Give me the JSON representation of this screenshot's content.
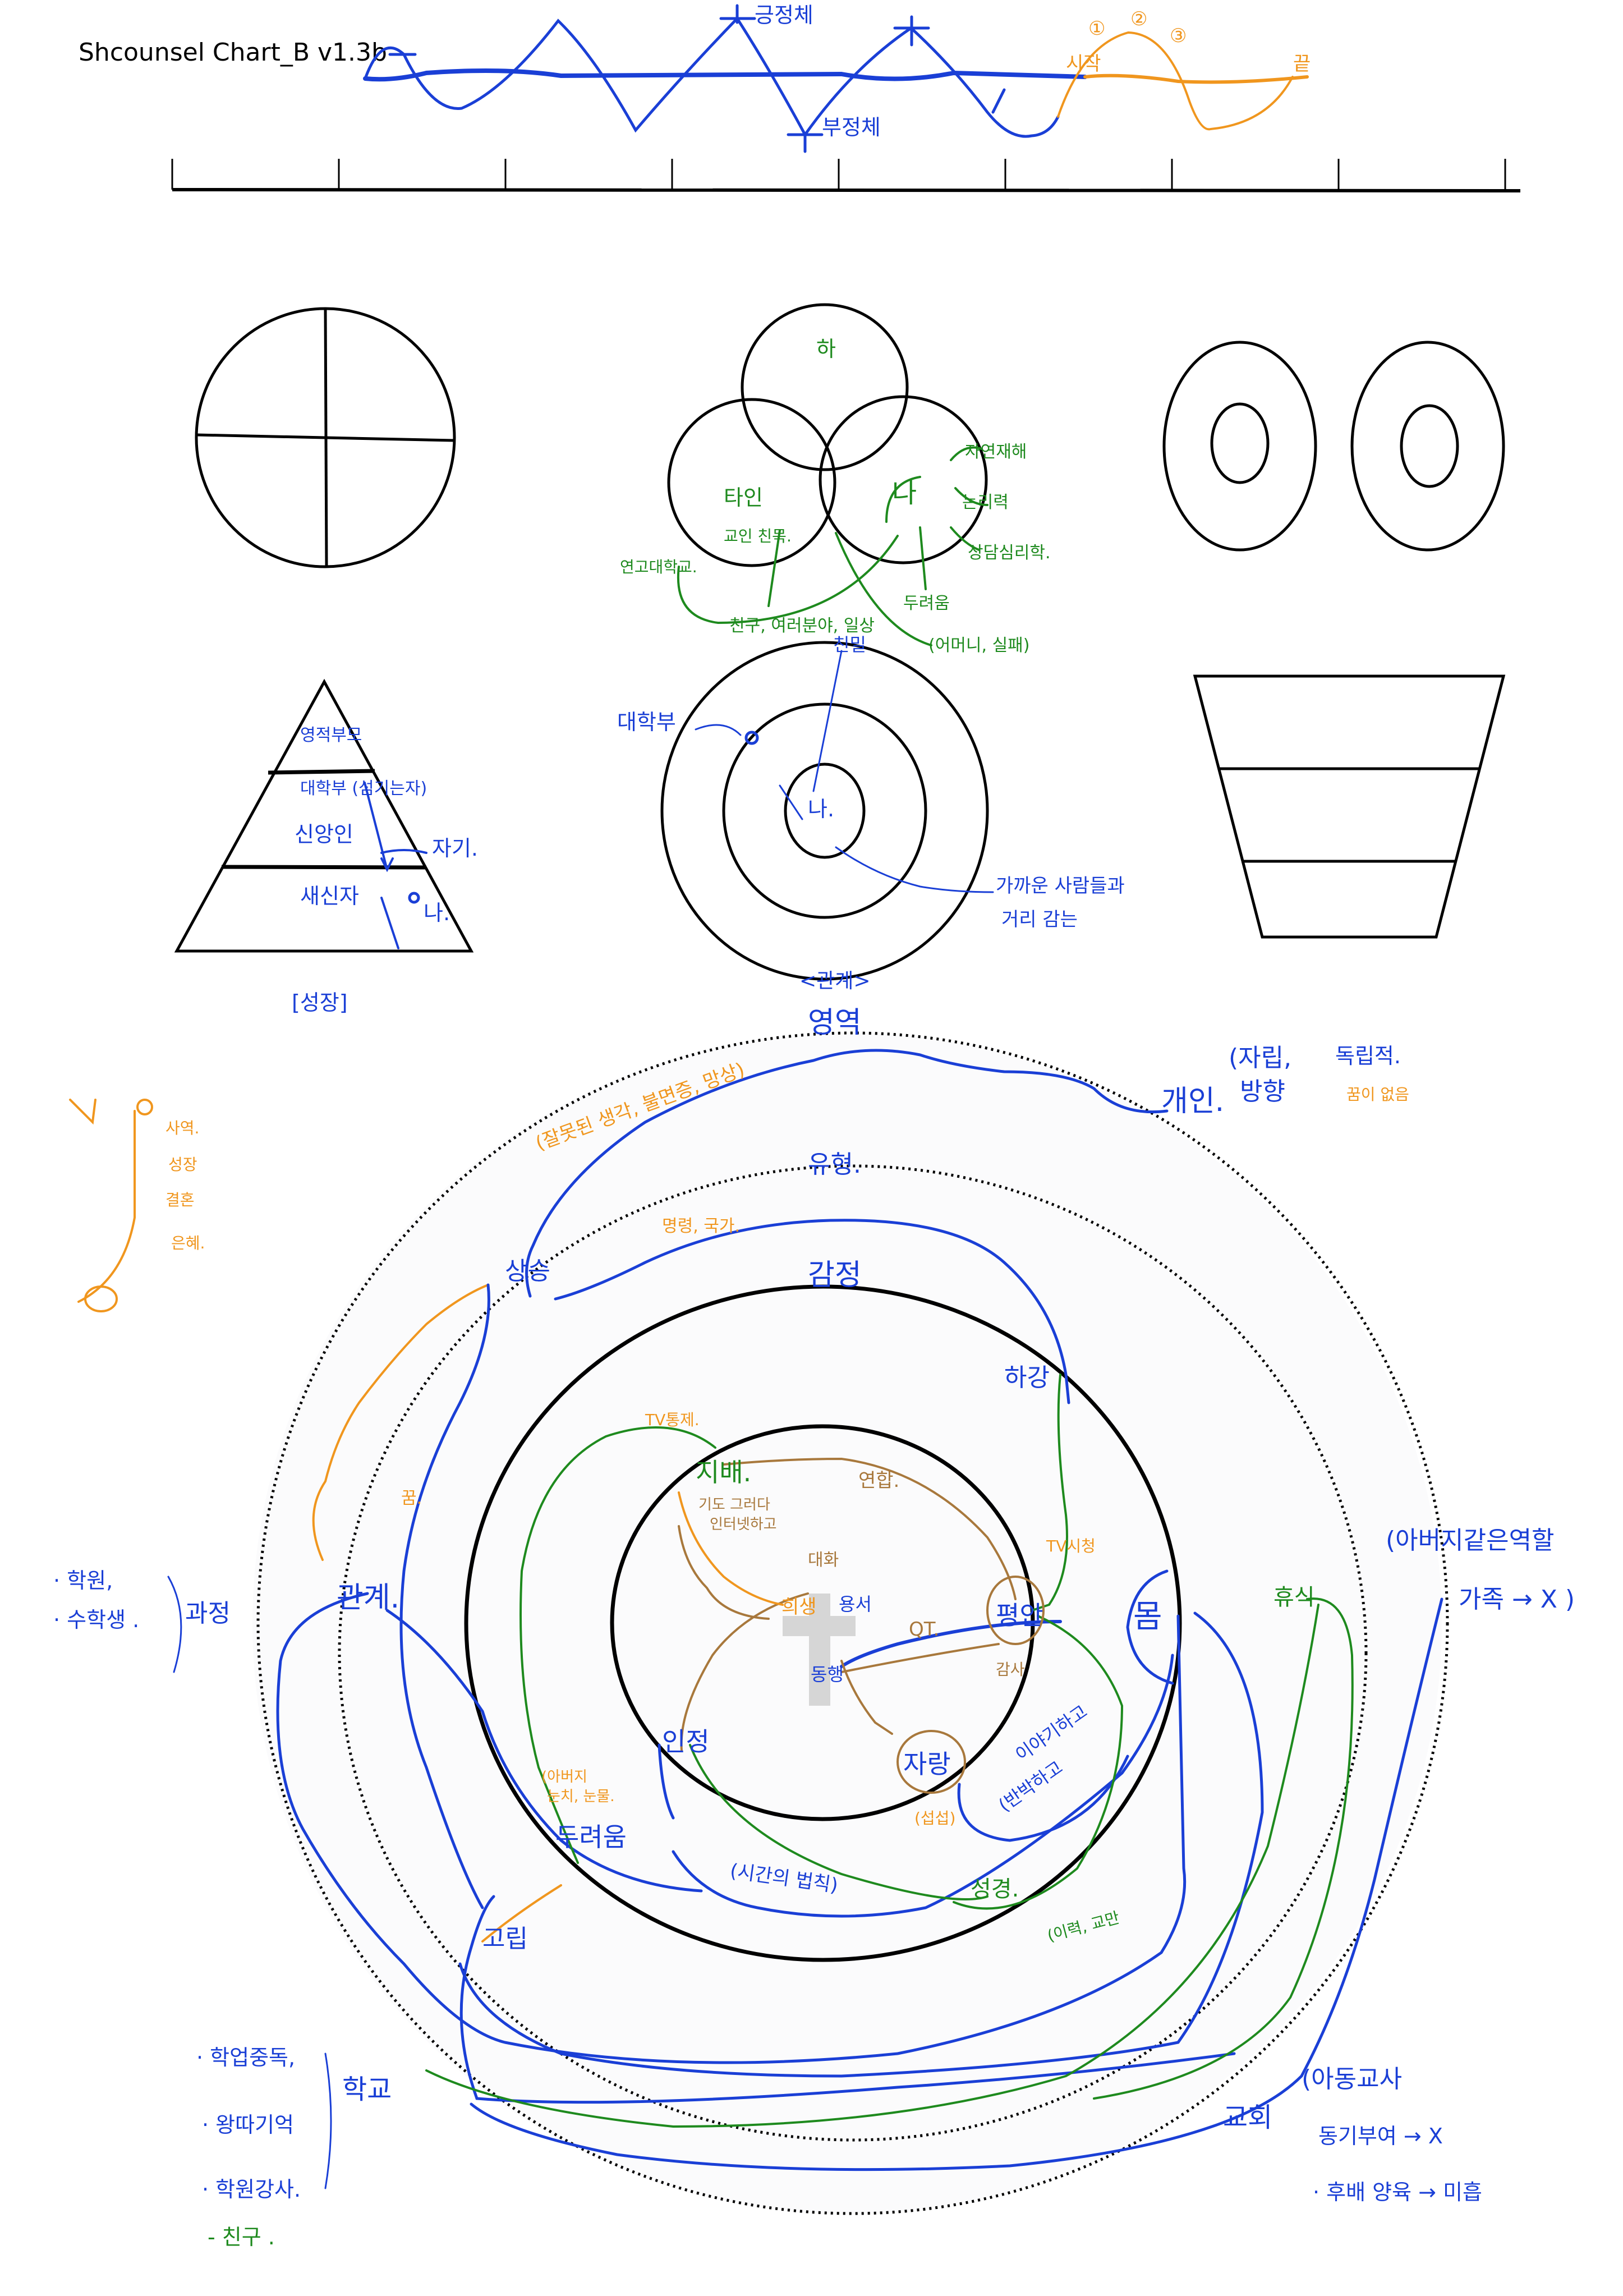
{
  "title": "Shcounsel Chart_B v1.3b",
  "colors": {
    "blue": "#1a3fd6",
    "green": "#1e8a1e",
    "orange": "#f0961e",
    "brown": "#a8783c",
    "black": "#000000"
  },
  "wave": {
    "peak_label": "긍정체",
    "trough_label": "부정체",
    "start_label": "시작",
    "end_label": "끝",
    "markers": [
      "①",
      "②",
      "③"
    ]
  },
  "venn": {
    "top": "하",
    "left": "타인",
    "right": "나",
    "notes": [
      "자연재해",
      "논리력",
      "상담심리학.",
      "두려움",
      "(어머니, 실패)",
      "연고대학교.",
      "교인 친목.",
      "친구, 여러분야, 일상"
    ]
  },
  "pyramid": {
    "levels": [
      "영적부모",
      "대학부 (섬기는자)",
      "신앙인",
      "새신자"
    ],
    "self_label": "자기.",
    "me_label": "나.",
    "caption": "[성장]"
  },
  "target": {
    "left_note": "대학부",
    "top_note": "친밀",
    "center": "나.",
    "right_note": [
      "가까운 사람들과",
      "거리 감는"
    ],
    "caption": "<관계>"
  },
  "main": {
    "area": "영역",
    "individual": "개인.",
    "individual_paren": [
      "(자립,",
      "방향"
    ],
    "individual_extra": "독립적.",
    "no_dream": "꿈이 없음",
    "type": "유형.",
    "emotion": "감정",
    "rise": "상승",
    "fall": "하강",
    "thoughts": "(잘못된 생각, 불면증, 망상)",
    "orders": "명령, 국가.",
    "dream": "꿈.",
    "relation": "관계.",
    "academy": [
      "· 학원,",
      "· 수학생 ."
    ],
    "process": "과정",
    "tv_control": "TV통제.",
    "domination": "지배.",
    "prayer": [
      "기도 그러다",
      "인터넷하고"
    ],
    "conversation": "대화",
    "sacrifice": "희생",
    "forgive": "용서",
    "together": "동행",
    "union": "연합.",
    "peace": "평안",
    "thanks": "감사",
    "qt": "QT.",
    "tv_watch": "TV시청",
    "recognition": "인정",
    "pride": "자랑",
    "upset": "(섭섭)",
    "talk": [
      "이야기하고",
      "(반박하고"
    ],
    "body": "몸",
    "rest": "휴식",
    "family_paren": "(아버지같은역할",
    "family": "가족 → X )",
    "fear": "두려움",
    "father_note": [
      "(아버지",
      "눈치, 눈물."
    ],
    "bible": "성경.",
    "history": "(이력, 교만",
    "time_law": "(시간의 법칙)",
    "isolation": "고립",
    "school": "학교",
    "school_notes": [
      "· 학업중독,",
      "· 왕따기억",
      "· 학원강사.",
      "- 친구 ."
    ],
    "church": "교회",
    "church_notes": [
      "(아동교사",
      "동기부여 → X",
      "· 후배 양육 → 미흡"
    ]
  },
  "legend": {
    "items": [
      "사역.",
      "성장",
      "결혼",
      "은혜."
    ]
  }
}
